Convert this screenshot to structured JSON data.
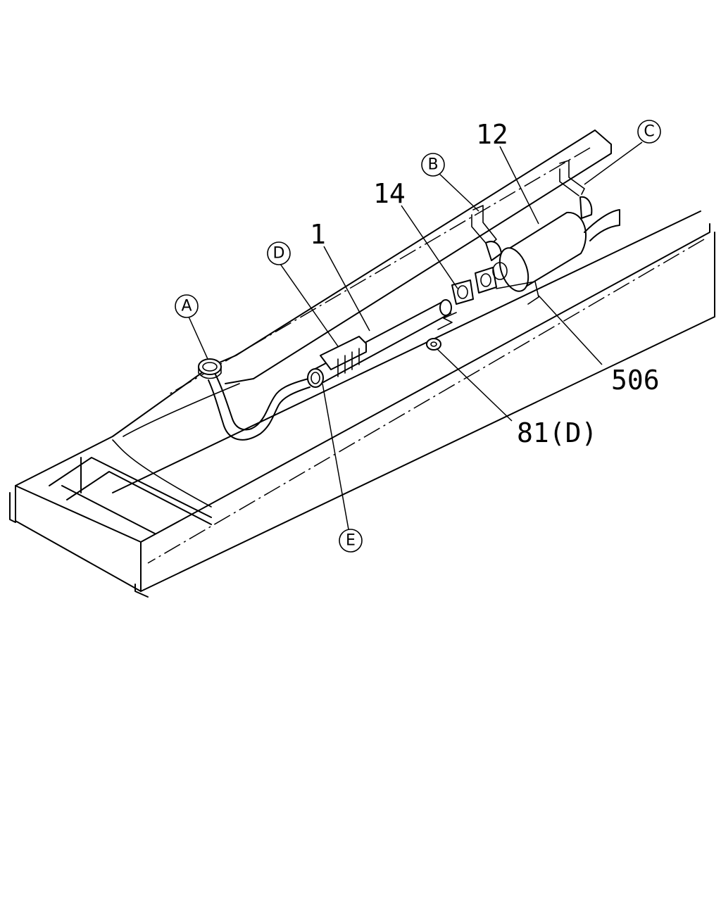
{
  "part_numbers": {
    "n12": "12",
    "n14": "14",
    "n1": "1",
    "n506": "506",
    "n81d": "81(D)"
  },
  "view_refs": {
    "a": "A",
    "b": "B",
    "c": "C",
    "d": "D",
    "e": "E"
  }
}
